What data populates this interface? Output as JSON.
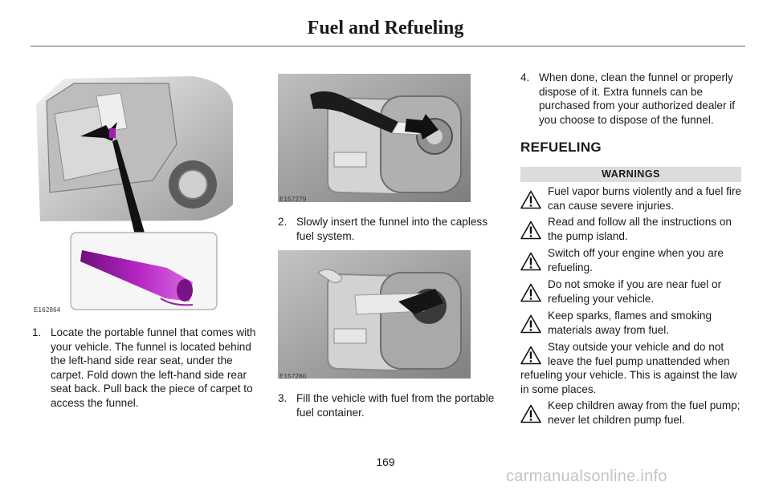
{
  "header": {
    "title": "Fuel and Refueling"
  },
  "figures": [
    {
      "id": "E162864"
    },
    {
      "id": "E157279"
    },
    {
      "id": "E157280"
    }
  ],
  "steps": [
    {
      "num": "1.",
      "text": "Locate the portable funnel that comes with your vehicle. The funnel is located behind the left-hand side rear seat, under the carpet. Fold down the left-hand side rear seat back. Pull back the piece of carpet to access the funnel."
    },
    {
      "num": "2.",
      "text": "Slowly insert the funnel into the capless fuel system."
    },
    {
      "num": "3.",
      "text": "Fill the vehicle with fuel from the portable fuel container."
    },
    {
      "num": "4.",
      "text": "When done, clean the funnel or properly dispose of it. Extra funnels can be purchased from your authorized dealer if you choose to dispose of the funnel."
    }
  ],
  "section": {
    "heading": "REFUELING",
    "warnings_label": "WARNINGS",
    "warnings": [
      "Fuel vapor burns violently and a fuel fire can cause severe injuries.",
      "Read and follow all the instructions on the pump island.",
      "Switch off your engine when you are refueling.",
      "Do not smoke if you are near fuel or refueling your vehicle.",
      "Keep sparks, flames and smoking materials away from fuel.",
      "Stay outside your vehicle and do not leave the fuel pump unattended when refueling your vehicle. This is against the law in some places.",
      "Keep children away from the fuel pump; never let children pump fuel."
    ]
  },
  "footer": {
    "page_number": "169",
    "watermark": "carmanualsonline.info"
  },
  "colors": {
    "funnel": "#a21cb0",
    "warning_bar": "#dcdcdc",
    "rule": "#6b6b6b"
  }
}
